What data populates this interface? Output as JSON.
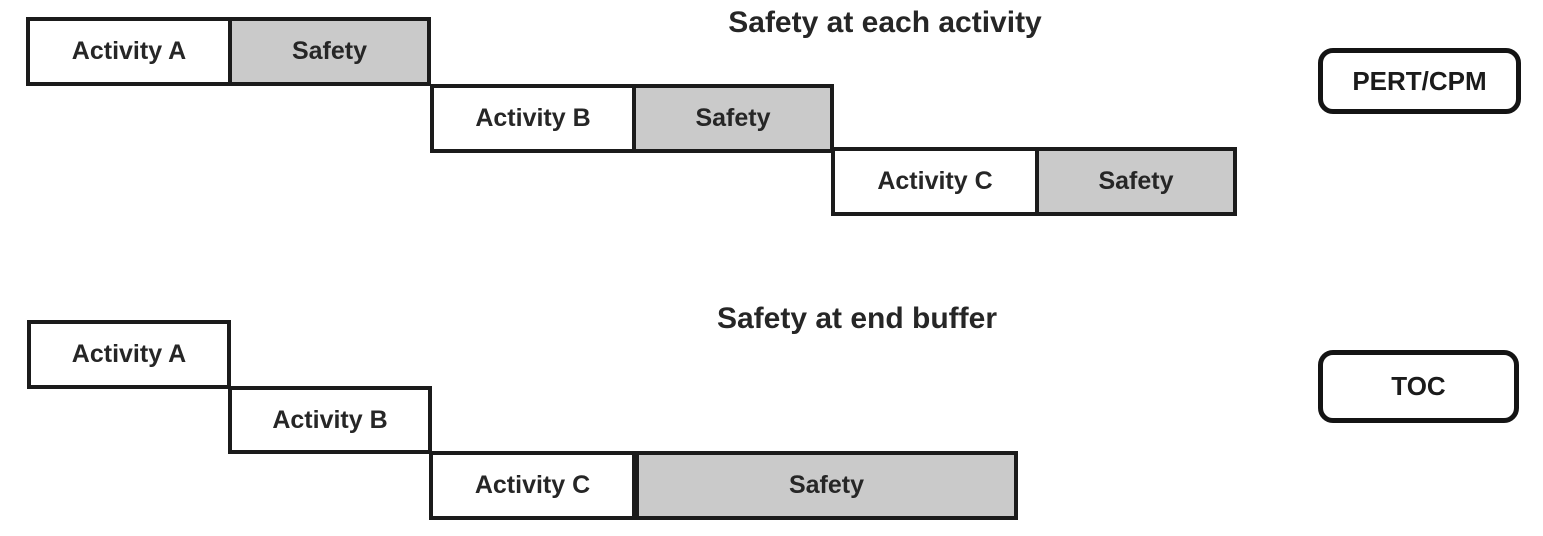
{
  "colors": {
    "safety_fill": "#cacaca",
    "line": "#1b1b1b",
    "background": "#ffffff"
  },
  "top_section": {
    "title": "Safety at each activity",
    "badge": "PERT/CPM",
    "rows": [
      {
        "activity": "Activity A",
        "safety": "Safety"
      },
      {
        "activity": "Activity B",
        "safety": "Safety"
      },
      {
        "activity": "Activity C",
        "safety": "Safety"
      }
    ]
  },
  "bottom_section": {
    "title": "Safety at end buffer",
    "badge": "TOC",
    "rows": [
      {
        "activity": "Activity A"
      },
      {
        "activity": "Activity B"
      },
      {
        "activity": "Activity C",
        "safety": "Safety"
      }
    ]
  }
}
